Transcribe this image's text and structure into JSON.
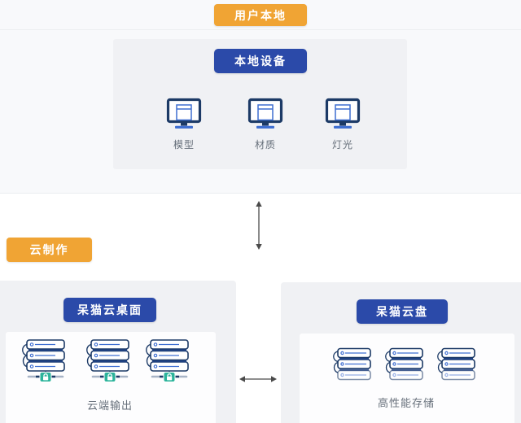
{
  "diagram": {
    "user_local": {
      "label": "用户本地"
    },
    "local_section": {
      "title": "本地设备",
      "items": [
        {
          "label": "模型",
          "icon": "monitor-icon"
        },
        {
          "label": "材质",
          "icon": "monitor-icon"
        },
        {
          "label": "灯光",
          "icon": "monitor-icon"
        }
      ]
    },
    "cloud_production": {
      "label": "云制作"
    },
    "desktop_section": {
      "title": "呆猫云桌面",
      "caption": "云端输出",
      "icon": "server-rack-icon",
      "icon_count": 3
    },
    "disk_section": {
      "title": "呆猫云盘",
      "caption": "高性能存储",
      "icon": "storage-stack-icon",
      "icon_count": 3
    },
    "connectors": [
      {
        "name": "vertical-double-arrow"
      },
      {
        "name": "horizontal-double-arrow"
      }
    ]
  },
  "colors": {
    "orange": "#f0a434",
    "blue": "#2b4aa9",
    "band": "#f8f9fb",
    "panel": "#f0f1f4",
    "navy": "#1c3a66",
    "accent": "#3f6fd1",
    "teal": "#2bb39b",
    "label": "#666f7a",
    "arrow": "#4a4a4a"
  }
}
